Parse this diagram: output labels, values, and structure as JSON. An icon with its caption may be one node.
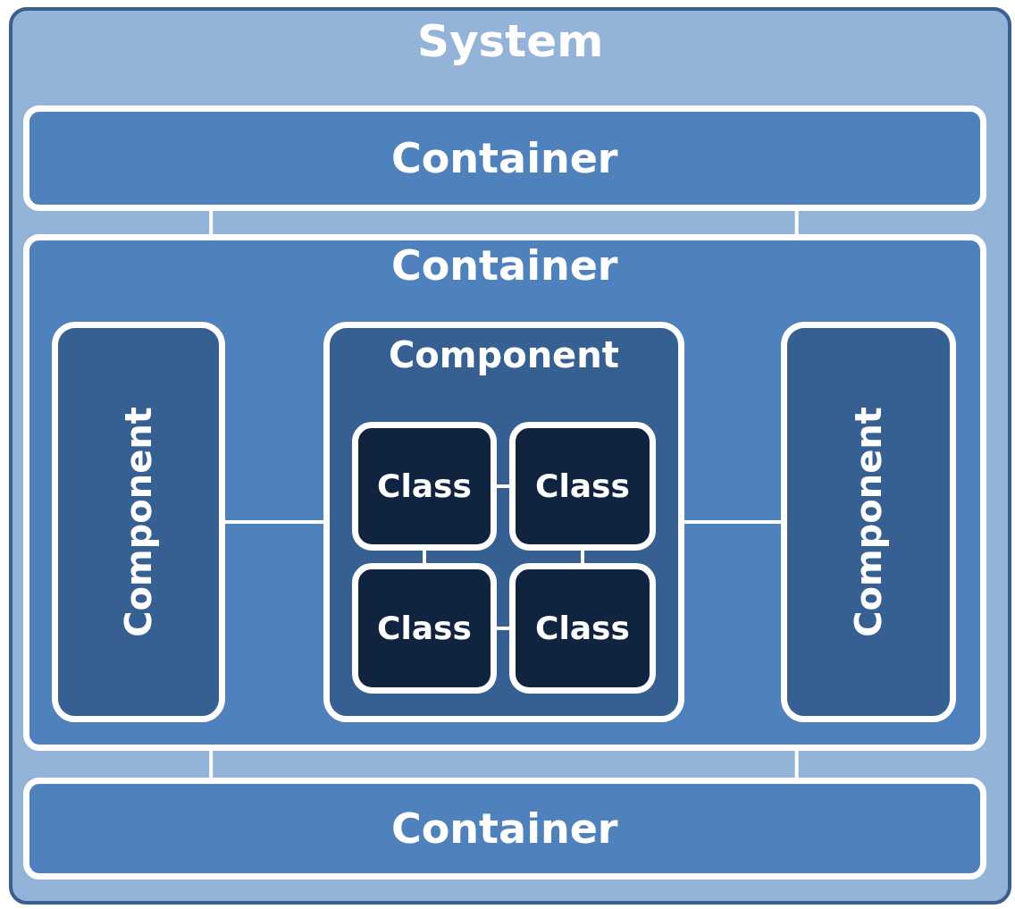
{
  "diagram": {
    "nodes": [
      {
        "text": [
          "System"
        ]
      },
      {
        "text": [
          "Container"
        ],
        "in": 0
      },
      {
        "text": [
          "Container"
        ],
        "in": 0
      },
      {
        "text": [
          "Component"
        ],
        "in": 2
      },
      {
        "text": [
          "Component"
        ],
        "in": 2
      },
      {
        "text": [
          "Class"
        ],
        "in": 4
      },
      {
        "text": [
          "Class"
        ],
        "in": 4
      },
      {
        "text": [
          "Class"
        ],
        "in": 4
      },
      {
        "text": [
          "Class"
        ],
        "in": 4
      },
      {
        "text": [
          "Component"
        ],
        "in": 2
      },
      {
        "text": [
          "Container"
        ],
        "in": 0
      }
    ],
    "edges": [
      {
        "from": 1,
        "to": 2,
        "arrow": "none"
      },
      {
        "from": 1,
        "to": 2,
        "arrow": "none"
      },
      {
        "from": 3,
        "to": 4,
        "arrow": "none"
      },
      {
        "from": 5,
        "to": 6,
        "arrow": "none"
      },
      {
        "from": 5,
        "to": 7,
        "arrow": "none"
      },
      {
        "from": 6,
        "to": 8,
        "arrow": "none"
      },
      {
        "from": 7,
        "to": 8,
        "arrow": "none"
      },
      {
        "from": 4,
        "to": 9,
        "arrow": "none"
      },
      {
        "from": 2,
        "to": 10,
        "arrow": "none"
      },
      {
        "from": 2,
        "to": 10,
        "arrow": "none"
      }
    ]
  }
}
